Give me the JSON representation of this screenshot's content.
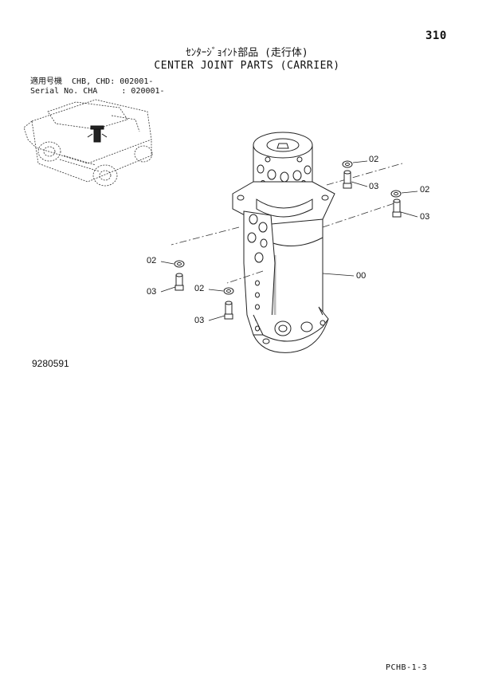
{
  "page_number": "310",
  "title_jp": "ｾﾝﾀｰｼﾞｮｲﾝﾄ部品 (走行体)",
  "title_en": "CENTER JOINT PARTS (CARRIER)",
  "applicability": {
    "line1": "適用号機  CHB, CHD: 002001-",
    "line2": "Serial No. CHA     : 020001-"
  },
  "drawing_number": "9280591",
  "sheet_code": "PCHB-1-3",
  "callouts": {
    "c02_top": "02",
    "c03_top": "03",
    "c02_right": "02",
    "c03_right": "03",
    "c02_left": "02",
    "c03_left": "03",
    "c02_mid": "02",
    "c03_mid": "03",
    "c00": "00"
  }
}
